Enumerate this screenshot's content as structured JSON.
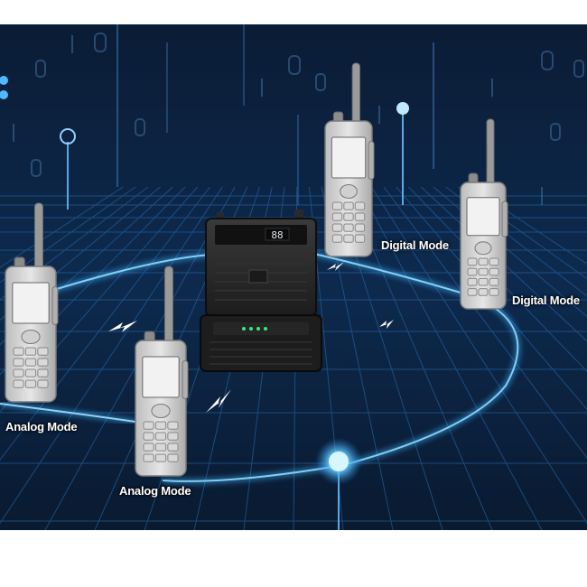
{
  "scene": {
    "background_color": "#0a1a33",
    "grid_color": "#2a6fb5",
    "glow_color": "#3fb6ff"
  },
  "labels": {
    "digital_top": "Digital Mode",
    "digital_right": "Digital Mode",
    "analog_left": "Analog Mode",
    "analog_center": "Analog Mode"
  },
  "repeater": {
    "display_text": "88"
  }
}
